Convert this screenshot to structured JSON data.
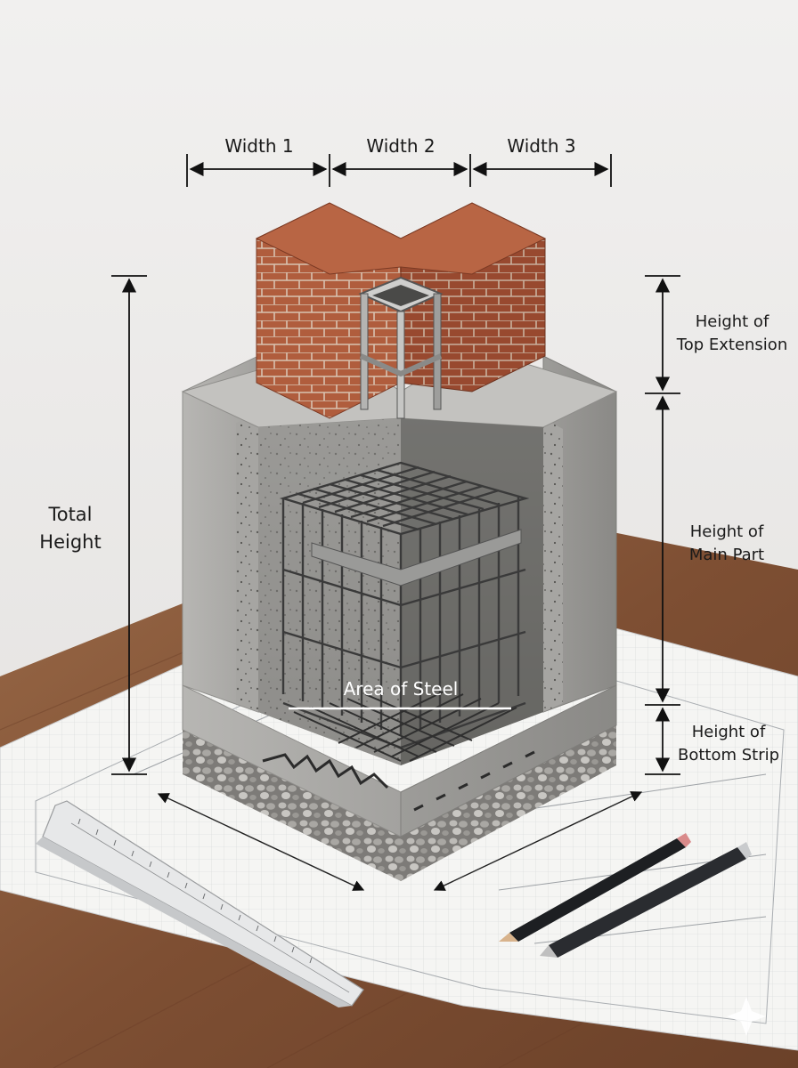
{
  "labels": {
    "width_1": "Width 1",
    "width_2": "Width 2",
    "width_3": "Width 3",
    "total_height_line1": "Total",
    "total_height_line2": "Height",
    "top_extension_line1": "Height of",
    "top_extension_line2": "Top Extension",
    "main_part_line1": "Height of",
    "main_part_line2": "Main Part",
    "bottom_strip_line1": "Height of",
    "bottom_strip_line2": "Bottom Strip",
    "area_of_steel": "Area of Steel"
  },
  "colors": {
    "background": "#eceaea",
    "table_wood": "#8b5a3c",
    "brick": "#a9573a",
    "concrete": "#a8a8a6",
    "gravel": "#8d8b88",
    "paper": "#f4f4f2",
    "dimension_line": "#111111"
  }
}
